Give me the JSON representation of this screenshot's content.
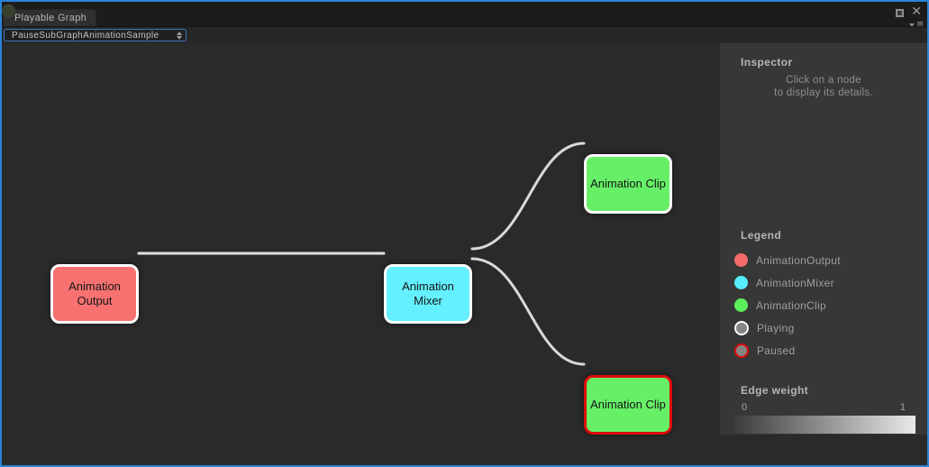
{
  "window": {
    "tab_title": "Playable Graph",
    "controls": {
      "maximize": "maximize-icon",
      "close_glyph": "✕",
      "menu": "pane-menu-icon",
      "menu_bars": "≡"
    }
  },
  "toolbar": {
    "graph_selector": {
      "value": "PauseSubGraphAnimationSample"
    }
  },
  "graph": {
    "nodes": [
      {
        "id": "animation-output",
        "label": "Animation Output",
        "color": "#f87171",
        "state": "normal"
      },
      {
        "id": "animation-mixer",
        "label": "Animation Mixer",
        "color": "#64f0ff",
        "state": "normal"
      },
      {
        "id": "animation-clip-top",
        "label": "Animation Clip",
        "color": "#67ef67",
        "state": "normal"
      },
      {
        "id": "animation-clip-bottom",
        "label": "Animation Clip",
        "color": "#67ef67",
        "state": "paused",
        "border_color": "#dd0b0b"
      }
    ],
    "edges": [
      {
        "from": "animation-output",
        "to": "animation-mixer"
      },
      {
        "from": "animation-mixer",
        "to": "animation-clip-top"
      },
      {
        "from": "animation-mixer",
        "to": "animation-clip-bottom"
      }
    ]
  },
  "inspector": {
    "title": "Inspector",
    "hint_line1": "Click on a node",
    "hint_line2": "to display its details."
  },
  "legend": {
    "title": "Legend",
    "items": [
      {
        "label": "AnimationOutput",
        "color": "#f46c6c"
      },
      {
        "label": "AnimationMixer",
        "color": "#57eeff"
      },
      {
        "label": "AnimationClip",
        "color": "#5dee5d"
      },
      {
        "label": "Playing",
        "color": "#858585",
        "border": "#ffffff"
      },
      {
        "label": "Paused",
        "color": "#858585",
        "border": "#e00b0b"
      }
    ]
  },
  "edge_weight": {
    "title": "Edge weight",
    "min": "0",
    "max": "1",
    "gradient_from": "#3b3b3b",
    "gradient_to": "#e9e9e9"
  }
}
